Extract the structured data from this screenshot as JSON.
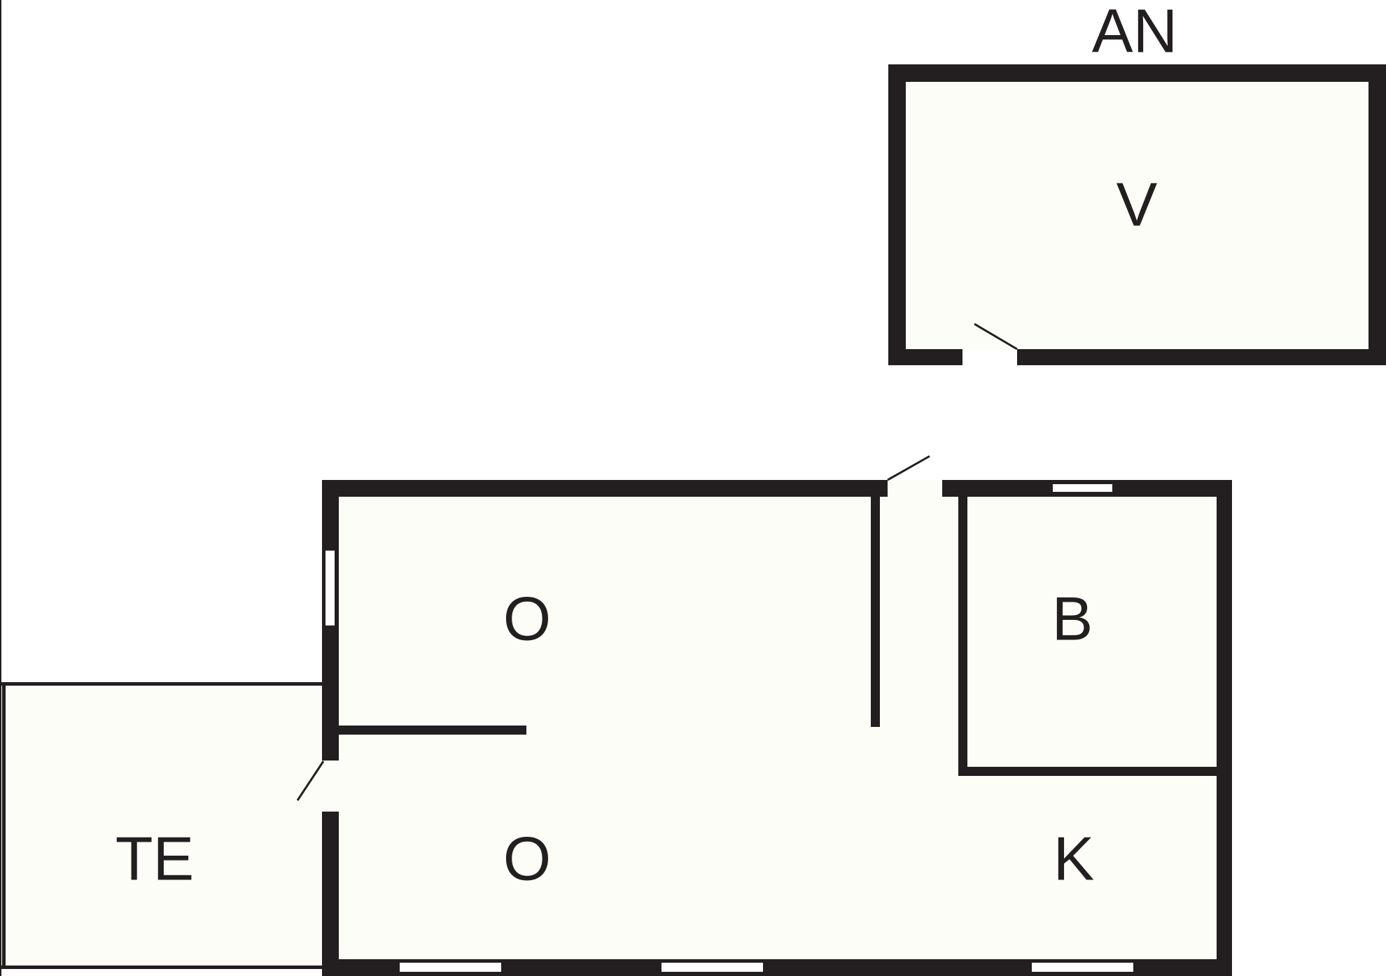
{
  "floorplan": {
    "annex": {
      "title": "AN",
      "room_label": "V"
    },
    "house": {
      "rooms": [
        {
          "label": "O"
        },
        {
          "label": "O"
        },
        {
          "label": "B"
        },
        {
          "label": "K"
        }
      ]
    },
    "terrace": {
      "label": "TE"
    }
  },
  "colors": {
    "wall": "#231f20",
    "floor": "#fdfdf7",
    "background": "#ffffff"
  }
}
